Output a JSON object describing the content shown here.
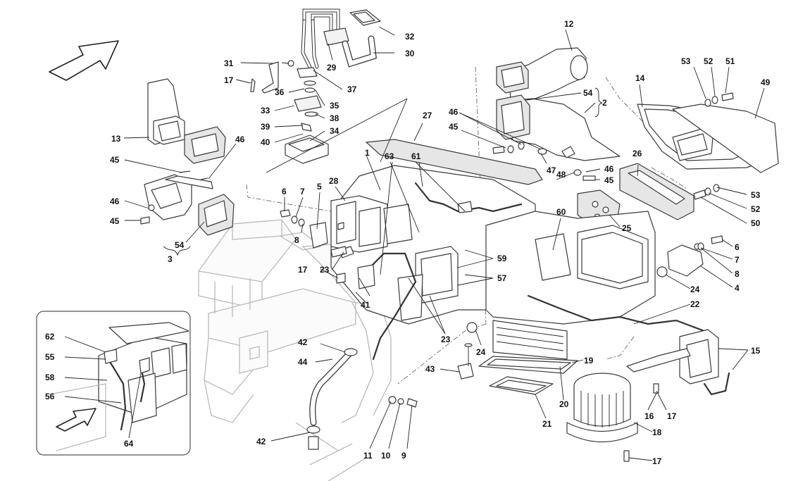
{
  "callouts": {
    "c1": "1",
    "c2": "2",
    "c3": "3",
    "c4": "4",
    "c5": "5",
    "c6a": "6",
    "c6b": "6",
    "c7a": "7",
    "c7b": "7",
    "c8a": "8",
    "c8b": "8",
    "c9": "9",
    "c10": "10",
    "c11": "11",
    "c12": "12",
    "c13": "13",
    "c14": "14",
    "c15": "15",
    "c16": "16",
    "c17a": "17",
    "c17b": "17",
    "c17c": "17",
    "c17d": "17",
    "c18": "18",
    "c19": "19",
    "c20": "20",
    "c21": "21",
    "c22": "22",
    "c23a": "23",
    "c23b": "23",
    "c24a": "24",
    "c24b": "24",
    "c25": "25",
    "c26": "26",
    "c27": "27",
    "c28": "28",
    "c29": "29",
    "c30": "30",
    "c31": "31",
    "c32": "32",
    "c33": "33",
    "c34": "34",
    "c35": "35",
    "c36": "36",
    "c37": "37",
    "c38": "38",
    "c39": "39",
    "c40": "40",
    "c41": "41",
    "c42a": "42",
    "c42b": "42",
    "c43": "43",
    "c44": "44",
    "c45a": "45",
    "c45b": "45",
    "c45c": "45",
    "c45d": "45",
    "c46a": "46",
    "c46b": "46",
    "c46c": "46",
    "c46d": "46",
    "c47": "47",
    "c48": "48",
    "c49": "49",
    "c50": "50",
    "c51": "51",
    "c52a": "52",
    "c52b": "52",
    "c53a": "53",
    "c53b": "53",
    "c54a": "54",
    "c54b": "54",
    "c55": "55",
    "c56": "56",
    "c57": "57",
    "c58": "58",
    "c59": "59",
    "c60": "60",
    "c61": "61",
    "c62": "62",
    "c63": "63",
    "c64": "64"
  },
  "colors": {
    "line": "#3a3a3a",
    "frame_line": "#b9b9b9",
    "label": "#111111",
    "background": "#ffffff"
  }
}
